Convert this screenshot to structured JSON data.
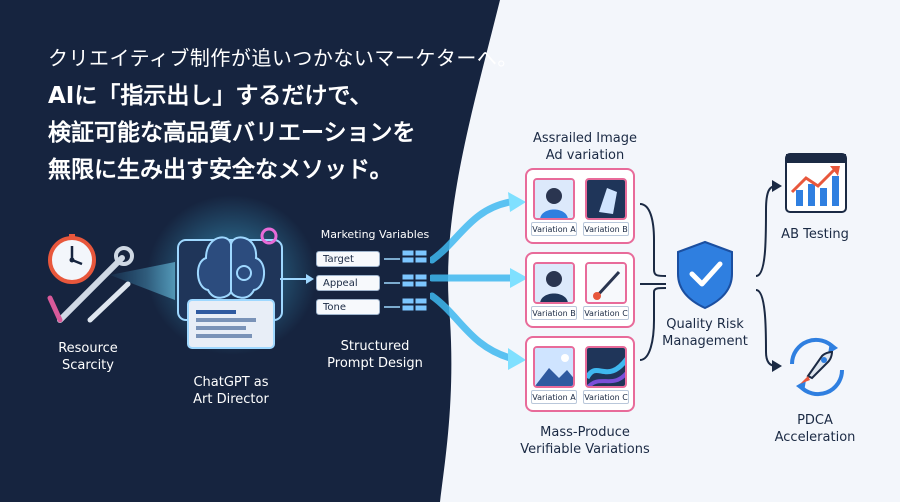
{
  "headline": {
    "line1": "クリエイティブ制作が追いつかないマーケターへ。",
    "line2": "AIに「指示出し」するだけで、",
    "line3": "検証可能な高品質バリエーションを",
    "line4": "無限に生み出す安全なメソッド。"
  },
  "resource": {
    "line1": "Resource",
    "line2": "Scarcity"
  },
  "director": {
    "line1": "ChatGPT as",
    "line2": "Art Director"
  },
  "marketing": {
    "title": "Marketing Variables",
    "variables": [
      "Target",
      "Appeal",
      "Tone"
    ],
    "caption_line1": "Structured",
    "caption_line2": "Prompt Design"
  },
  "image_header": {
    "line1": "Assrailed Image",
    "line2": "Ad variation"
  },
  "cards": [
    {
      "left": "Variation A",
      "right": "Variation B"
    },
    {
      "left": "Variation B",
      "right": "Variation C"
    },
    {
      "left": "Variation A",
      "right": "Variation C"
    }
  ],
  "mass": {
    "line1": "Mass-Produce",
    "line2": "Verifiable Variations"
  },
  "quality": {
    "line1": "Quality Risk",
    "line2": "Management"
  },
  "ab": {
    "label": "AB Testing"
  },
  "pdca": {
    "line1": "PDCA",
    "line2": "Acceleration"
  },
  "colors": {
    "navy": "#16243f",
    "light": "#f3f6fb",
    "accent_pink": "#e86b9a",
    "accent_cyan": "#3fb8f0",
    "shield_blue": "#2f7fe0"
  }
}
